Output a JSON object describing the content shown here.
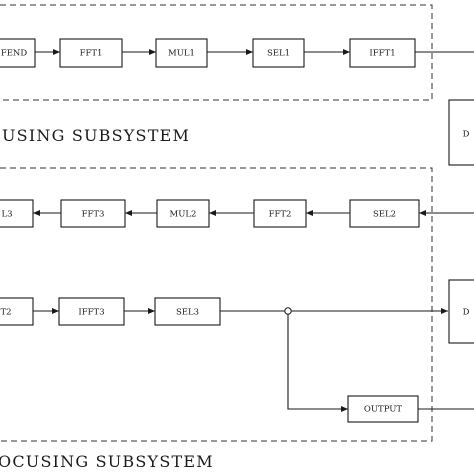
{
  "blocks": {
    "frontend": "FEND",
    "fft1": "FFT1",
    "mul1": "MUL1",
    "sel1": "SEL1",
    "ifft1": "IFFT1",
    "d_top": "D",
    "ifft3_left": "L3",
    "fft3": "FFT3",
    "mul2": "MUL2",
    "fft2": "FFT2",
    "sel2": "SEL2",
    "left_row3": "T2",
    "ifft3": "IFFT3",
    "sel3": "SEL3",
    "d_bottom": "D",
    "output": "OUTPUT"
  },
  "subsystems": {
    "top_label": "USING  SUBSYSTEM",
    "bottom_label": "OCUSING  SUBSYSTEM"
  }
}
